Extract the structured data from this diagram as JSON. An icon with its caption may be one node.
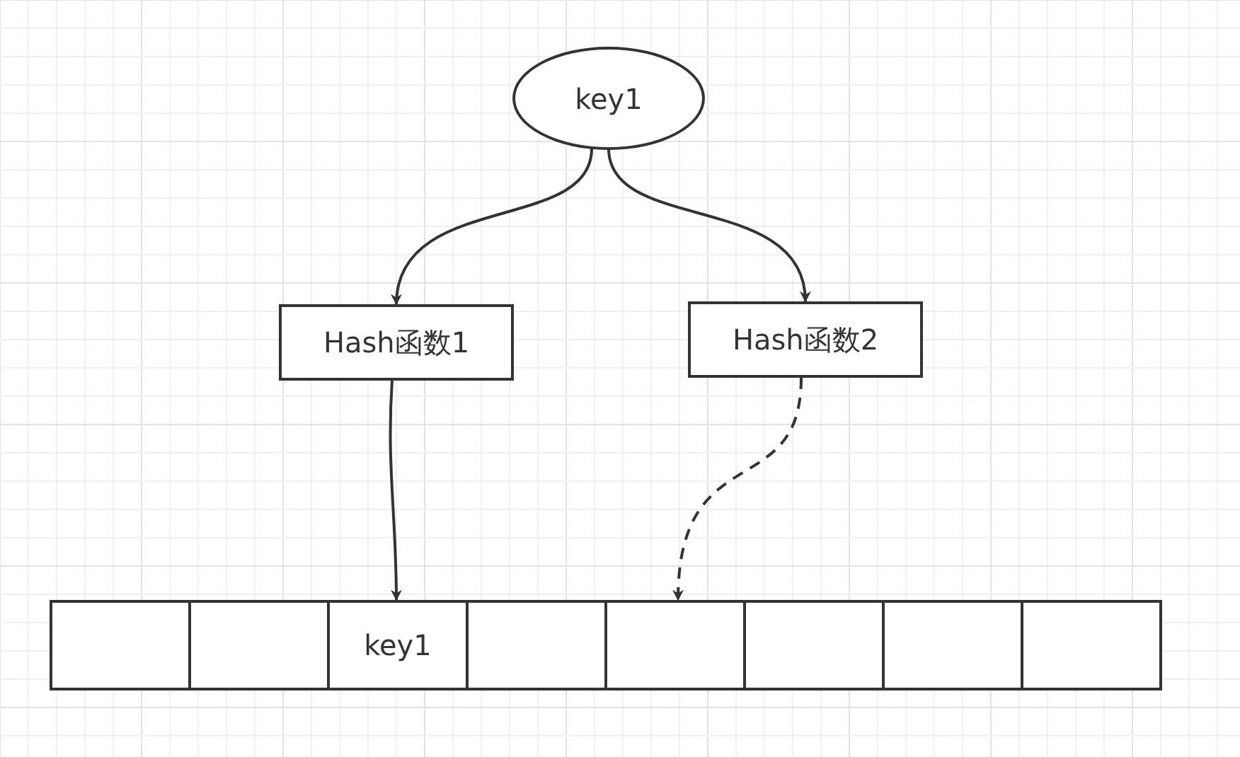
{
  "diagram": {
    "nodes": [
      {
        "text": [
          "key1"
        ]
      },
      {
        "text": [
          "Hash函数1"
        ]
      },
      {
        "text": [
          "Hash函数2"
        ]
      },
      {
        "text": [],
        "shape": "box"
      },
      {
        "text": [],
        "shape": "box"
      },
      {
        "text": [
          "key1"
        ]
      },
      {
        "text": [],
        "shape": "box"
      },
      {
        "text": [],
        "shape": "box"
      },
      {
        "text": [],
        "shape": "box"
      },
      {
        "text": [],
        "shape": "box"
      },
      {
        "text": [],
        "shape": "box"
      }
    ],
    "edges": [
      {
        "from": 0,
        "to": 1,
        "arrow": "to"
      },
      {
        "from": 0,
        "to": 2,
        "arrow": "to"
      },
      {
        "from": 1,
        "to": 5,
        "arrow": "to"
      },
      {
        "from": 2,
        "to": 7,
        "arrow": "to",
        "style": "dashed"
      }
    ]
  }
}
